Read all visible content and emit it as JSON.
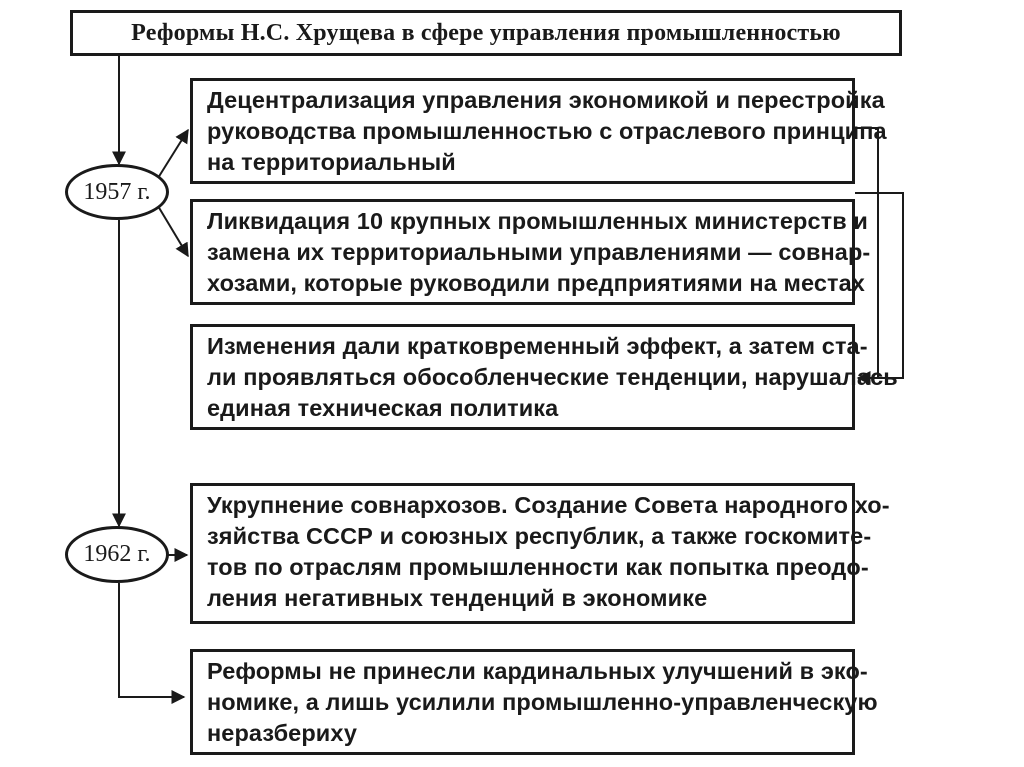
{
  "title": "Реформы Н.С. Хрущева в сфере управления промышленностью",
  "years": [
    "1957 г.",
    "1962 г."
  ],
  "boxes": [
    {
      "lines": [
        "Децентрализация управления экономикой и перестройка",
        "руководства промышленностью с отраслевого принципа",
        "на территориальный"
      ]
    },
    {
      "lines": [
        "Ликвидация 10 крупных промышленных министерств и",
        "замена их территориальными управлениями — совнар-",
        "хозами, которые руководили предприятиями на местах"
      ]
    },
    {
      "lines": [
        "Изменения дали кратковременный эффект, а затем ста-",
        "ли проявляться обособленческие тенденции, нарушалась",
        "единая техническая политика"
      ]
    },
    {
      "lines": [
        "Укрупнение совнархозов. Создание Совета народного хо-",
        "зяйства СССР и союзных республик, а также госкомите-",
        "тов по отраслям промышленности как попытка преодо-",
        "ления негативных тенденций в экономике"
      ]
    },
    {
      "lines": [
        "Реформы не принесли кардинальных улучшений в эко-",
        "номике, а лишь усилили промышленно-управленческую",
        "неразбериху"
      ]
    }
  ]
}
